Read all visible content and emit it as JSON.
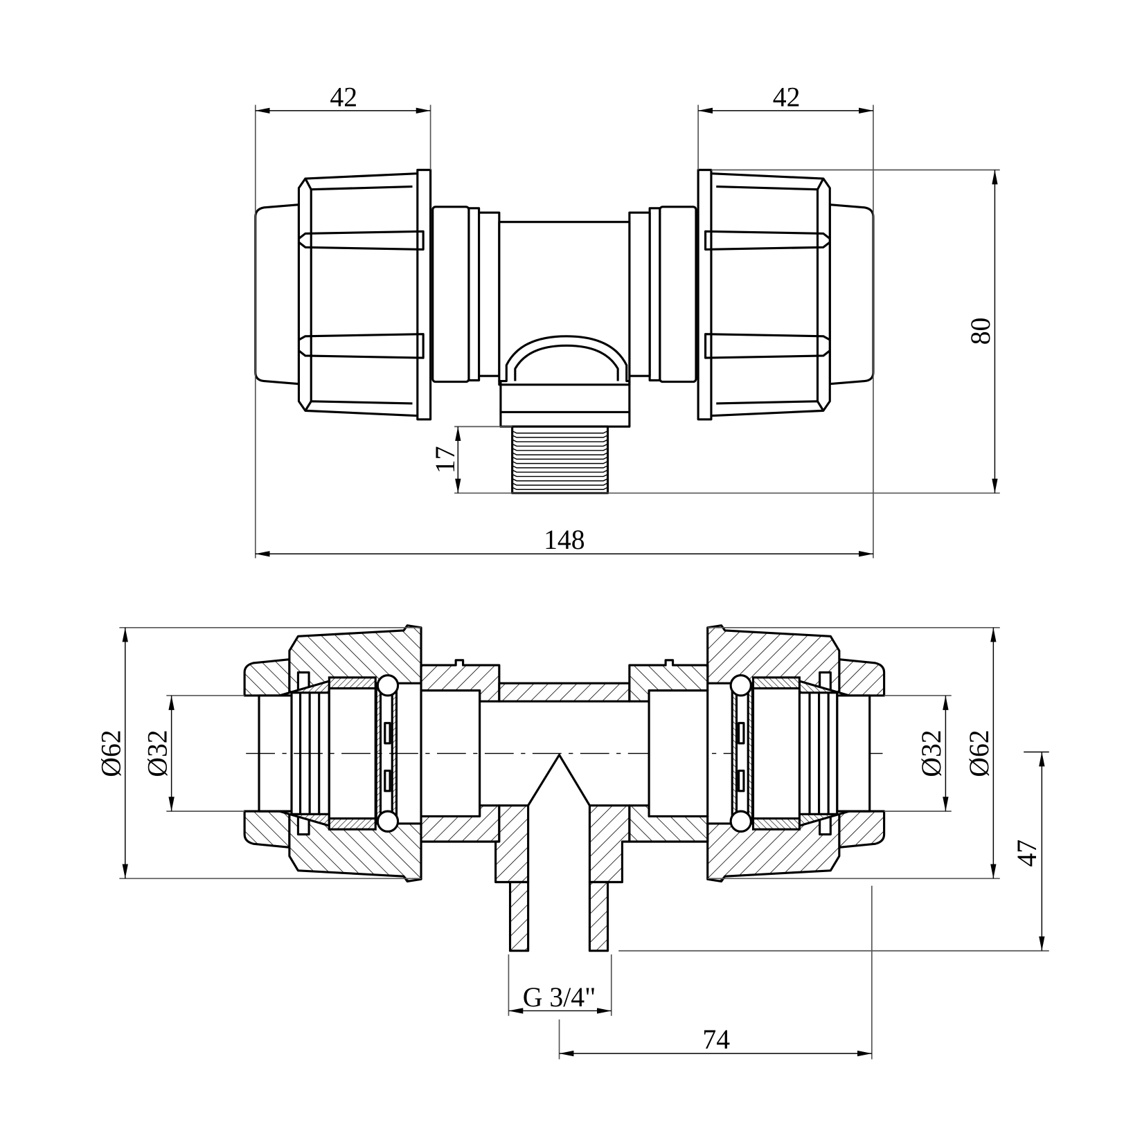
{
  "drawing": {
    "top_view": {
      "dim_left_nut": "42",
      "dim_right_nut": "42",
      "dim_height": "80",
      "dim_thread_length": "17",
      "dim_overall_length": "148"
    },
    "section_view": {
      "dim_left_outer_diameter": "Ø62",
      "dim_left_pipe_diameter": "Ø32",
      "dim_right_pipe_diameter": "Ø32",
      "dim_right_outer_diameter": "Ø62",
      "dim_branch_height": "47",
      "dim_thread_size": "G 3/4\"",
      "dim_half_length": "74"
    }
  }
}
